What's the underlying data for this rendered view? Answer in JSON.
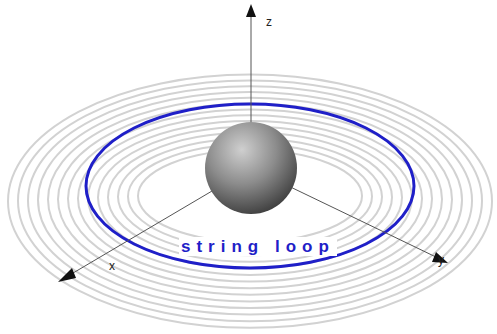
{
  "diagram": {
    "labels": [
      "z",
      "x",
      "y",
      "string loop"
    ]
  }
}
